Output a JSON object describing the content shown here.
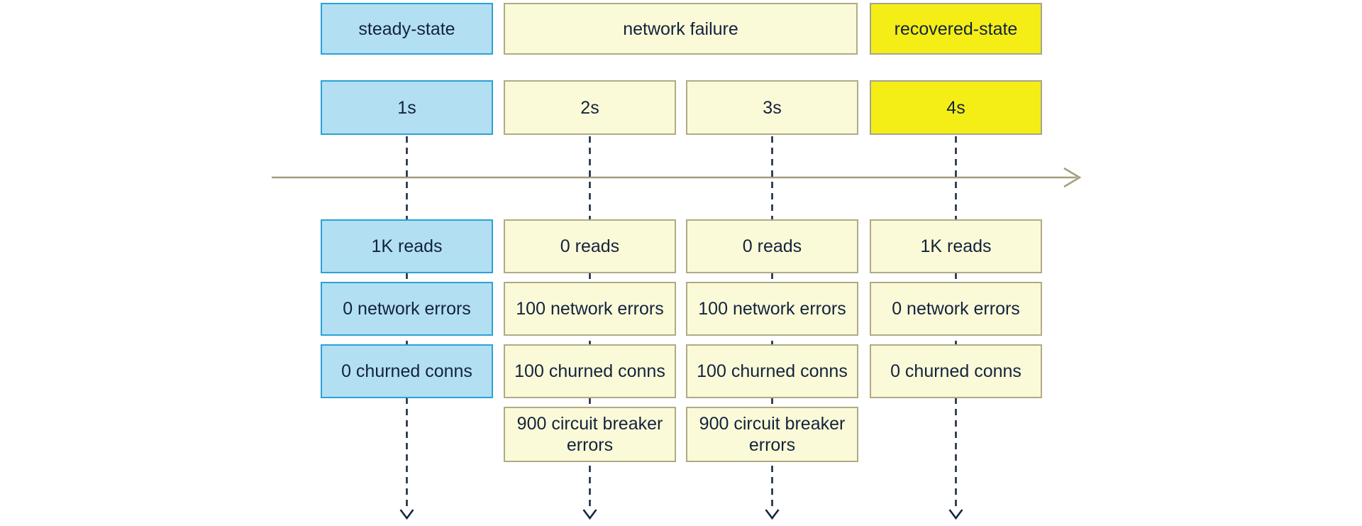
{
  "diagram": {
    "states": [
      {
        "label": "steady-state",
        "theme": "blue"
      },
      {
        "label": "network failure",
        "theme": "cream"
      },
      {
        "label": "recovered-state",
        "theme": "yellow"
      }
    ],
    "columns": [
      {
        "time": "1s",
        "theme": "blue",
        "metrics": {
          "reads": "1K reads",
          "network": "0 network errors",
          "churned": "0 churned conns"
        }
      },
      {
        "time": "2s",
        "theme": "cream",
        "metrics": {
          "reads": "0 reads",
          "network": "100 network errors",
          "churned": "100 churned conns",
          "circuit": "900 circuit breaker errors"
        }
      },
      {
        "time": "3s",
        "theme": "cream",
        "metrics": {
          "reads": "0 reads",
          "network": "100 network errors",
          "churned": "100 churned conns",
          "circuit": "900 circuit breaker errors"
        }
      },
      {
        "time": "4s",
        "theme": "yellow",
        "metrics": {
          "reads": "1K reads",
          "network": "0 network errors",
          "churned": "0 churned conns"
        }
      }
    ],
    "icons": {
      "timeline_arrow": "right-arrow-icon",
      "column_arrow": "down-arrow-icon"
    },
    "colors": {
      "steady_fill": "#b3dff2",
      "steady_border": "#2aa2d8",
      "failure_fill": "#fbfad8",
      "failure_border": "#b0ab84",
      "recovered_fill": "#f4ee16",
      "recovered_border": "#a7a391",
      "timeline_line": "#a39e80",
      "dashed_line": "#13233d",
      "text": "#13233d",
      "background": "#ffffff"
    }
  }
}
